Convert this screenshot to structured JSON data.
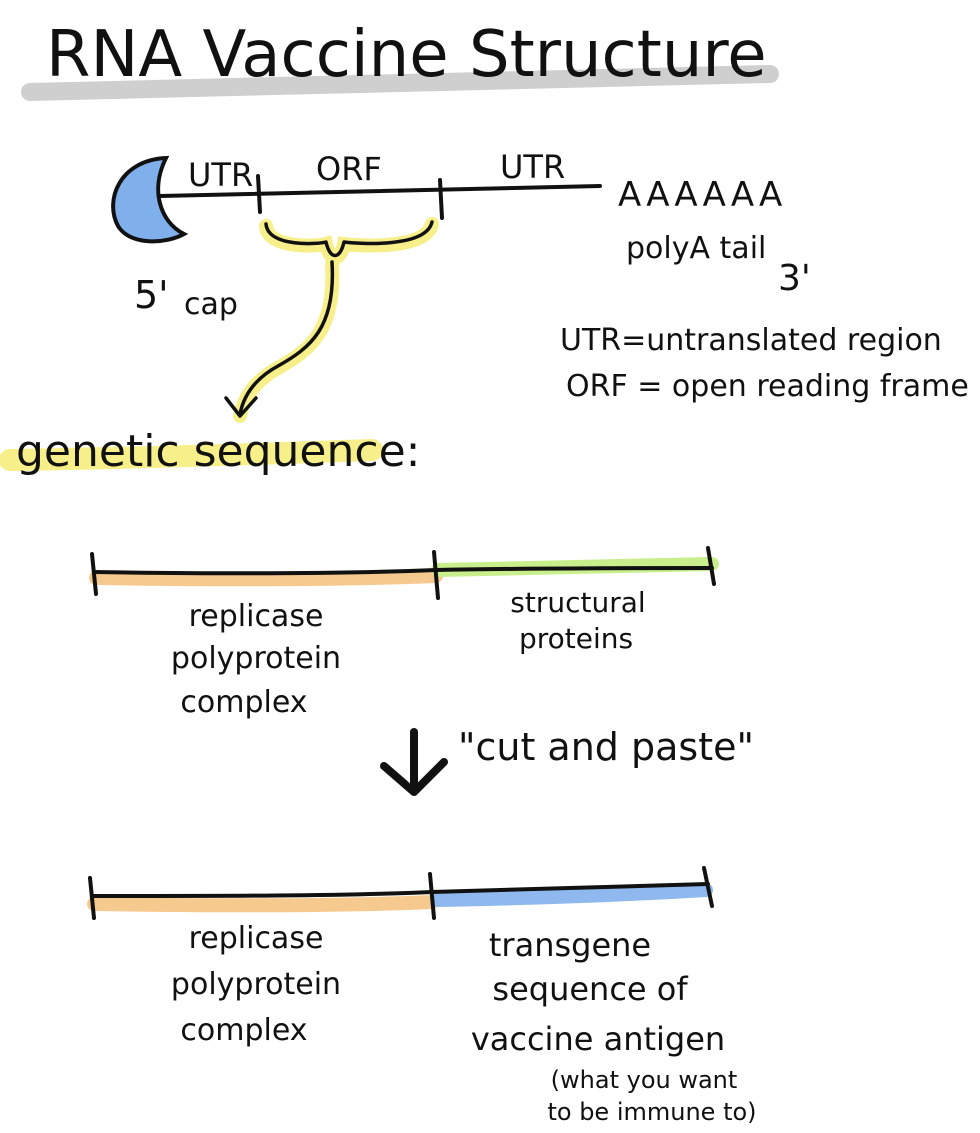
{
  "title": "RNA Vaccine Structure",
  "mrna": {
    "segments": [
      "UTR",
      "ORF",
      "UTR"
    ],
    "poly_a": "AAAAAA",
    "poly_a_label": "polyA tail",
    "three_prime": "3'",
    "five_prime": "5'",
    "cap_label": "cap"
  },
  "legend": {
    "utr": "UTR=untranslated region",
    "orf": "ORF = open reading frame"
  },
  "genetic_sequence_label": "genetic sequence:",
  "sequence_before": {
    "left_label": [
      "replicase",
      "polyprotein",
      "complex"
    ],
    "right_label": [
      "structural",
      "proteins"
    ]
  },
  "transition_label": "\"cut and paste\"",
  "sequence_after": {
    "left_label": [
      "replicase",
      "polyprotein",
      "complex"
    ],
    "right_label": [
      "transgene",
      "sequence of",
      "vaccine antigen"
    ],
    "note": [
      "(what you want",
      "to be immune to)"
    ]
  },
  "colors": {
    "ink": "#111111",
    "title_underline": "#cfcfcf",
    "cap_fill": "#7fb0ec",
    "highlight_yellow": "#f7f08a",
    "replicase_orange": "#f6c98e",
    "structural_green": "#c9ef8d",
    "antigen_blue": "#8fb9ee"
  }
}
